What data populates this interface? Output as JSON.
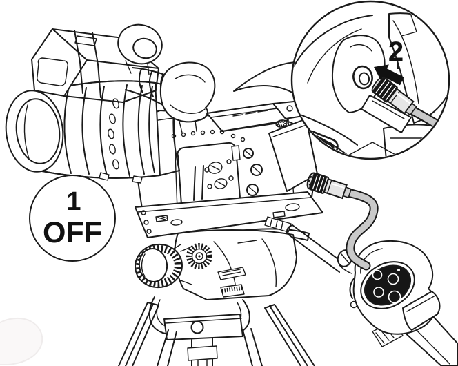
{
  "figure": {
    "kind": "instructional-line-drawing",
    "description": "Camcorder on a tripod; a wired remote control is clamped to the pan handle and its cable connector is shown being plugged into the camera remote jack in a magnified inset circle.",
    "callouts": {
      "step1": {
        "number": "1",
        "action": "OFF"
      },
      "step2": {
        "number": "2"
      }
    },
    "parts": [
      "camcorder",
      "lens-barrel",
      "microphone-box",
      "mic-holder-ring",
      "viewfinder",
      "eyecup",
      "control-panel",
      "tripod-head",
      "pan-lock-knob",
      "tilt-gear-knob",
      "tripod-legs",
      "center-column",
      "pan-handle",
      "remote-control",
      "remote-buttons",
      "remote-cable",
      "cable-connector",
      "remote-jack-port",
      "detail-inset-circle",
      "insert-arrow"
    ]
  },
  "colors": {
    "line": "#1a1a1a",
    "cable": "#c9c9c9",
    "connector_body": "#e6e6e6",
    "connector_ring": "#161616",
    "remote_face": "#161616",
    "arrow": "#111111",
    "background": "#ffffff"
  }
}
